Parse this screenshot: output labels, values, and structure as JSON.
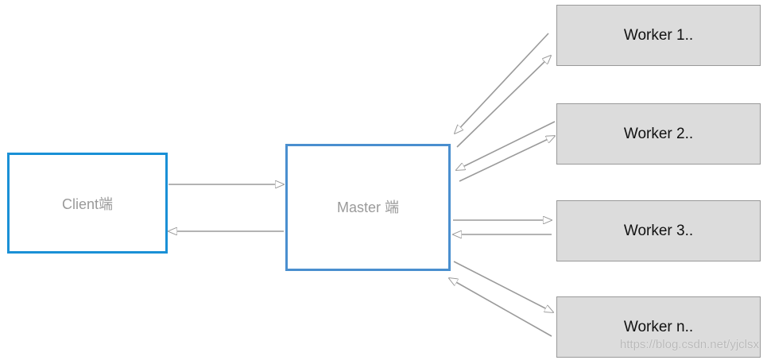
{
  "client": {
    "label": "Client端"
  },
  "master": {
    "label": "Master 端"
  },
  "workers": [
    {
      "label": "Worker 1.."
    },
    {
      "label": "Worker 2.."
    },
    {
      "label": "Worker 3.."
    },
    {
      "label": "Worker n.."
    }
  ],
  "watermark": "https://blog.csdn.net/yjclsx",
  "colors": {
    "client_border": "#1a90d6",
    "master_border": "#4a8fcf",
    "worker_fill": "#dcdcdc",
    "worker_border": "#999999",
    "arrow": "#9a9a9a"
  }
}
